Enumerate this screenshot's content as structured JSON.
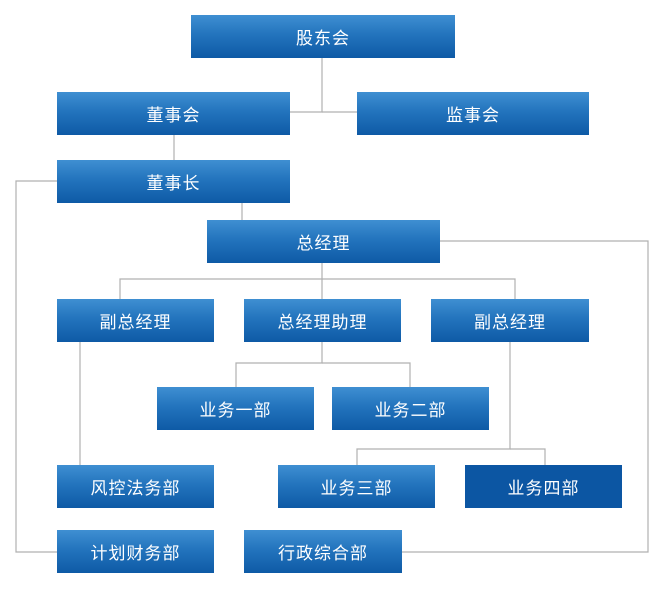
{
  "org_chart": {
    "nodes": {
      "shareholders": "股东会",
      "board": "董事会",
      "supervisors": "监事会",
      "chairman": "董事长",
      "gm": "总经理",
      "deputy_gm_left": "副总经理",
      "gm_assistant": "总经理助理",
      "deputy_gm_right": "副总经理",
      "dept1": "业务一部",
      "dept2": "业务二部",
      "risk_legal": "风控法务部",
      "dept3": "业务三部",
      "dept4": "业务四部",
      "finance": "计划财务部",
      "admin": "行政综合部"
    },
    "colors": {
      "box_top": "#3f8fd2",
      "box_bottom": "#0e5aa6",
      "box_highlight": "#0c56a3",
      "line": "#b0b0b0",
      "text": "#ffffff"
    }
  }
}
